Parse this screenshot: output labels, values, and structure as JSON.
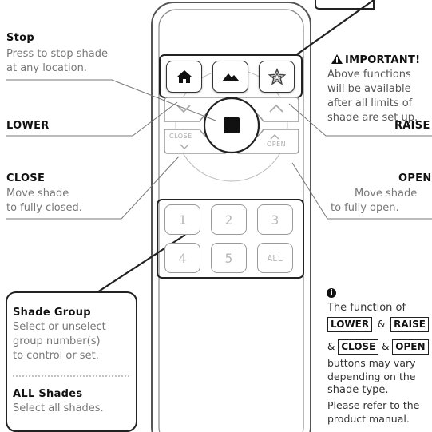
{
  "stop": {
    "title": "Stop",
    "line1": "Press to stop shade",
    "line2": "at any location."
  },
  "lower": {
    "title": "LOWER"
  },
  "close": {
    "title": "CLOSE",
    "line1": "Move shade",
    "line2": "to fully closed."
  },
  "raise": {
    "title": "RAISE"
  },
  "open": {
    "title": "OPEN",
    "line1": "Move shade",
    "line2": "to fully open."
  },
  "important": {
    "title": "IMPORTANT!",
    "line1": "Above functions",
    "line2": "will be available",
    "line3": "after all limits of",
    "line4": "shade are set up."
  },
  "group_box": {
    "title": "Shade Group",
    "line1": "Select or unselect",
    "line2": "group number(s)",
    "line3": "to control or set.",
    "all_title": "ALL Shades",
    "all_line": "Select all shades."
  },
  "info": {
    "line1": "The function of",
    "kw_lower": "LOWER",
    "amp1": "&",
    "kw_raise": "RAISE",
    "amp2": "&",
    "kw_close": "CLOSE",
    "amp3": "&",
    "kw_open": "OPEN",
    "line2": "buttons may vary",
    "line3": "depending on the",
    "line4": "shade type.",
    "line5": "Please refer to the",
    "line6": "product manual."
  },
  "remote": {
    "close_btn": "CLOSE",
    "open_btn": "OPEN",
    "group_buttons": [
      "1",
      "2",
      "3",
      "4",
      "5",
      "ALL"
    ]
  },
  "icons": {
    "home": "home-icon",
    "mountain": "mountain-icon",
    "star": "star-icon",
    "warning": "warning-icon",
    "info": "info-icon"
  }
}
